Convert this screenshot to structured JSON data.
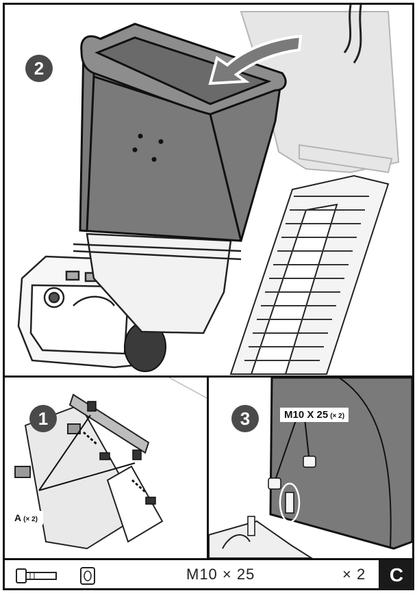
{
  "steps": {
    "main": "2",
    "detail_left": "1",
    "detail_right": "3"
  },
  "callouts": {
    "part_a_label": "A",
    "part_a_qty": "(× 2)",
    "bolt_label": "M10 X 25",
    "bolt_qty": "(× 2)"
  },
  "footer": {
    "spec": "M10 × 25",
    "quantity": "× 2",
    "section": "C"
  },
  "icons": [
    "bolt-icon",
    "nut-icon"
  ]
}
